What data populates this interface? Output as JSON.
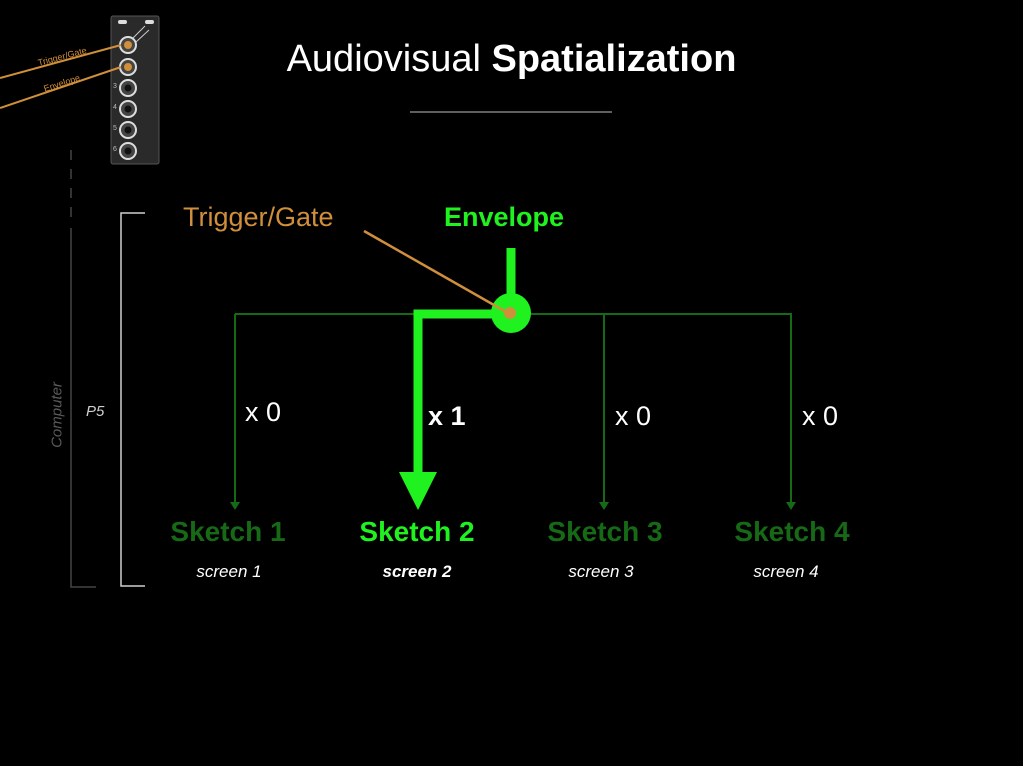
{
  "title": {
    "light": "Audiovisual",
    "bold": "Spatialization"
  },
  "module": {
    "cable_labels": [
      "Trigger/Gate",
      "Envelope"
    ],
    "jack_numbers": [
      "3",
      "4",
      "5",
      "6"
    ]
  },
  "side": {
    "computer": "Computer",
    "p5": "P5"
  },
  "labels": {
    "trigger": "Trigger/Gate",
    "envelope": "Envelope"
  },
  "multipliers": [
    "x 0",
    "x 1",
    "x 0",
    "x 0"
  ],
  "sketches": [
    {
      "name": "Sketch 1",
      "screen": "screen 1",
      "active": false
    },
    {
      "name": "Sketch 2",
      "screen": "screen 2",
      "active": true
    },
    {
      "name": "Sketch 3",
      "screen": "screen 3",
      "active": false
    },
    {
      "name": "Sketch 4",
      "screen": "screen 4",
      "active": false
    }
  ],
  "colors": {
    "active": "#1ff21f",
    "inactive": "#166a16",
    "trigger": "#d08f3a",
    "text": "#ffffff",
    "rule": "#5f5f5f"
  }
}
